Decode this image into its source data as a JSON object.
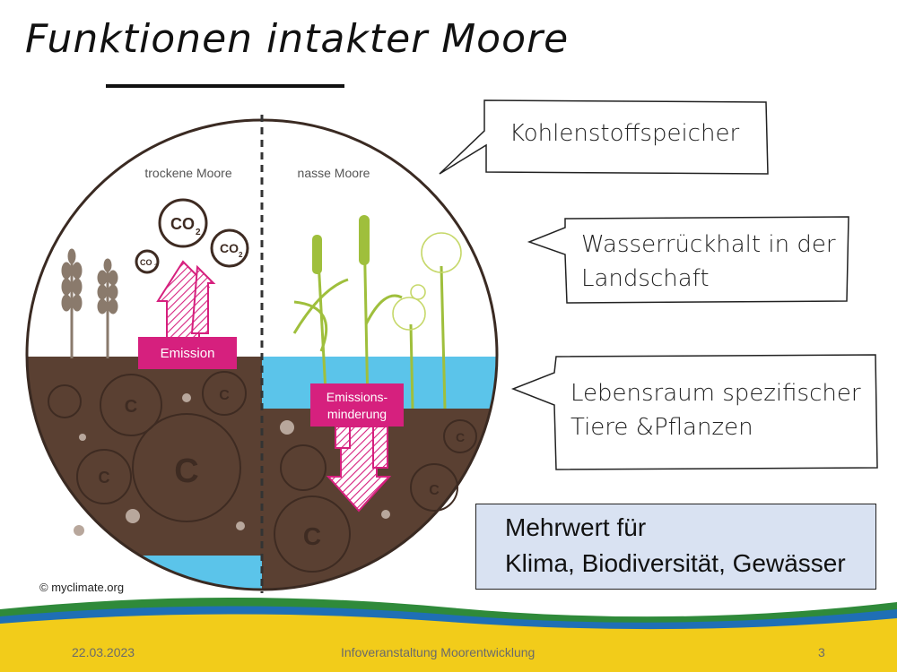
{
  "slide": {
    "title": "Funktionen intakter Moore",
    "credit": "© myclimate.org"
  },
  "diagram": {
    "left_label": "trockene Moore",
    "right_label": "nasse Moore",
    "emission_label": "Emission",
    "reduction_label_1": "Emissions-",
    "reduction_label_2": "minderung",
    "co2_base": "CO",
    "co2_sub": "2",
    "carbon": "C"
  },
  "callouts": [
    {
      "lines": [
        "Kohlenstoffspeicher"
      ]
    },
    {
      "lines": [
        "Wasserrückhalt in der",
        "Landschaft"
      ]
    },
    {
      "lines": [
        "Lebensraum spezifischer",
        "Tiere &Pflanzen"
      ]
    }
  ],
  "highlight": {
    "line1": "Mehrwert für",
    "line2": "Klima, Biodiversität, Gewässer"
  },
  "footer": {
    "date": "22.03.2023",
    "event": "Infoveranstaltung Moorentwicklung",
    "page": "3"
  },
  "colors": {
    "soil": "#5a4032",
    "water": "#5bc4ea",
    "magenta": "#d6207e",
    "grass_green": "#9fbf3c",
    "wheat_brown": "#8a7a6c",
    "highlight_bg": "#d9e2f2"
  }
}
